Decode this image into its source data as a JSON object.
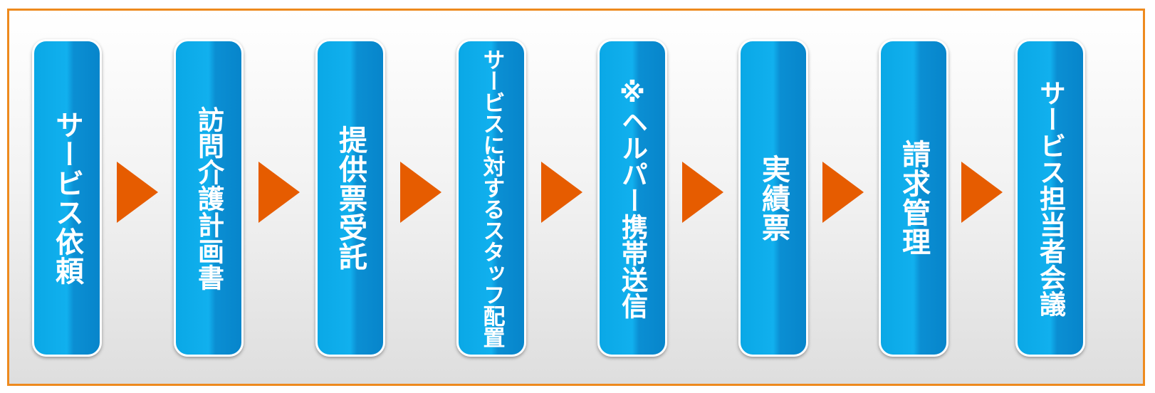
{
  "flow": {
    "steps": [
      {
        "label": "サービス依頼"
      },
      {
        "label": "訪問介護計画書"
      },
      {
        "label": "提供票受託"
      },
      {
        "label": "サービスに対するスタッフ配置"
      },
      {
        "label": "※ヘルパー携帯送信"
      },
      {
        "label": "実績票"
      },
      {
        "label": "請求管理"
      },
      {
        "label": "サービス担当者会議"
      }
    ]
  },
  "colors": {
    "frame_border": "#ee8a1e",
    "step_fill": "#0aa8e6",
    "arrow": "#e65c00",
    "text": "#ffffff"
  }
}
